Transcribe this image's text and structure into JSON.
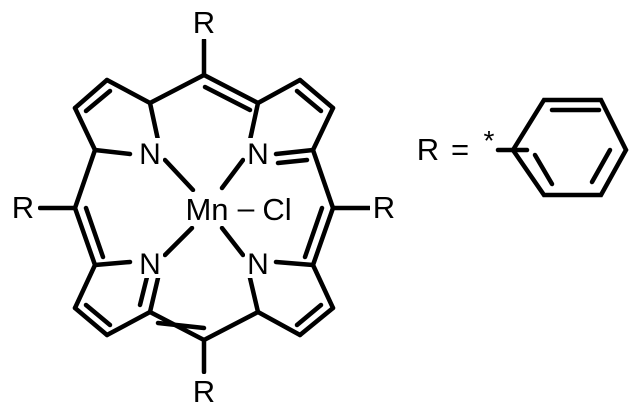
{
  "molecule": {
    "substituent_symbol": "R",
    "nitrogen_symbol": "N",
    "metal_symbol": "Mn",
    "ligand_symbol": "Cl",
    "metal_ligand_bond": "–",
    "definition": {
      "symbol": "R",
      "equals": "=",
      "attachment_marker": "*"
    }
  }
}
